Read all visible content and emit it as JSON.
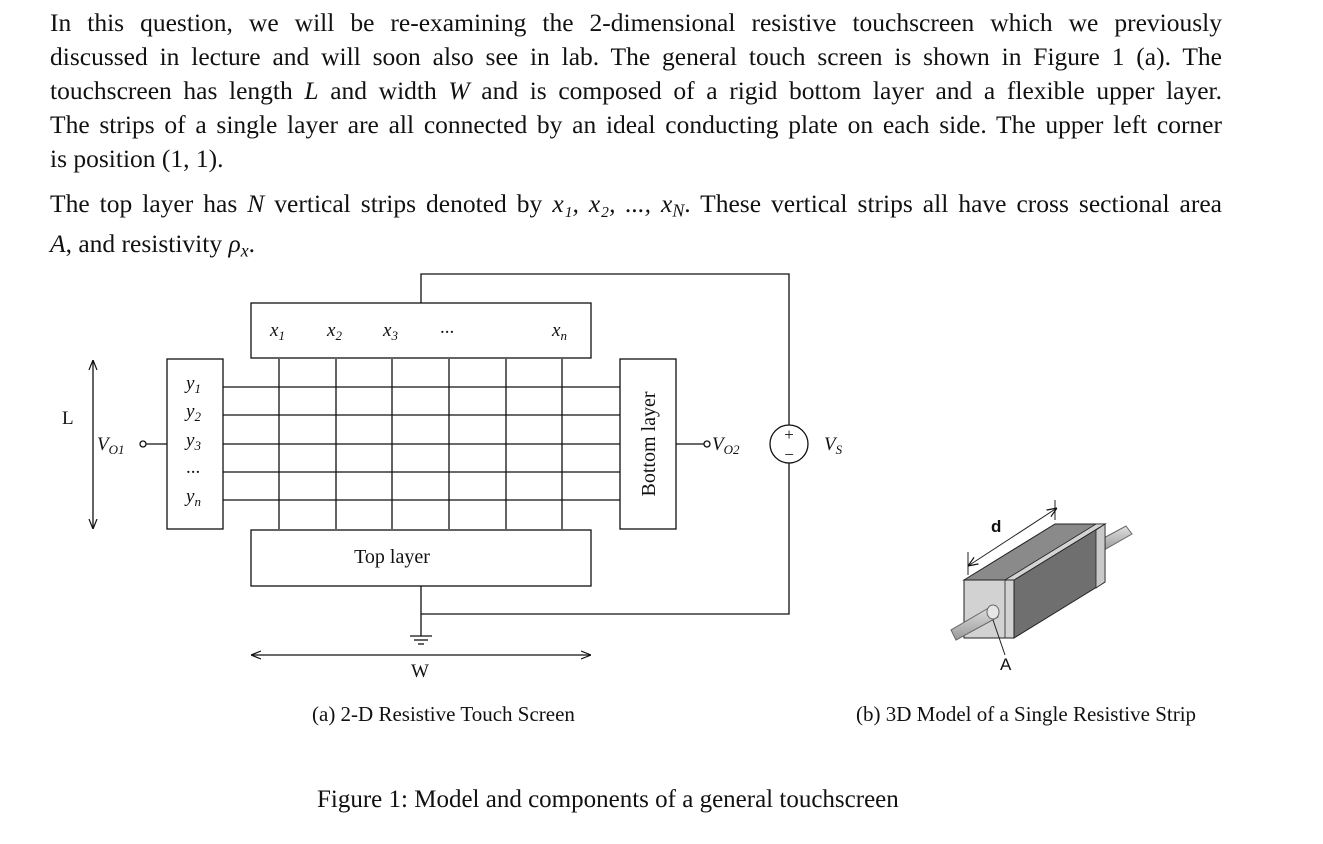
{
  "paragraph1": {
    "line1": "In this question, we will be re-examining the 2-dimensional resistive touchscreen which we previously",
    "line2": "discussed in lecture and will soon also see in lab. The general touch screen is shown in Figure 1 (a). The",
    "line3_a": "touchscreen has length ",
    "line3_L": "L",
    "line3_b": " and width ",
    "line3_W": "W",
    "line3_c": " and is composed of a rigid bottom layer and a flexible upper layer.",
    "line4": "The strips of a single layer are all connected by an ideal conducting plate on each side. The upper left corner",
    "line5": "is position (1, 1)."
  },
  "paragraph2": {
    "a": "The top layer has ",
    "N": "N",
    "b": " vertical strips denoted by ",
    "strips": "x₁, x₂, ..., x",
    "strips_sub": "N",
    "c": ". These vertical strips all have cross sectional area",
    "A": "A",
    "d": ", and resistivity ",
    "rho": "ρ",
    "rho_sub": "x",
    "e": "."
  },
  "diagram_a": {
    "x_labels": [
      "x",
      "x",
      "x",
      "...",
      "x"
    ],
    "x_subs": [
      "1",
      "2",
      "3",
      "",
      "n"
    ],
    "y_labels": [
      "y",
      "y",
      "y",
      "...",
      "y"
    ],
    "y_subs": [
      "1",
      "2",
      "3",
      "",
      "n"
    ],
    "L_label": "L",
    "W_label": "W",
    "vo1_label": "V",
    "vo1_sub": "O1",
    "vo2_label": "V",
    "vo2_sub": "O2",
    "vs_label": "V",
    "vs_sub": "S",
    "plus": "+",
    "minus": "−",
    "top_layer": "Top layer",
    "bottom_layer": "Bottom layer"
  },
  "diagram_b": {
    "d_label": "d",
    "A_label": "A"
  },
  "captions": {
    "a": "(a) 2-D Resistive Touch Screen",
    "b": "(b) 3D Model of a Single Resistive Strip",
    "figure": "Figure 1: Model and components of a general touchscreen"
  }
}
